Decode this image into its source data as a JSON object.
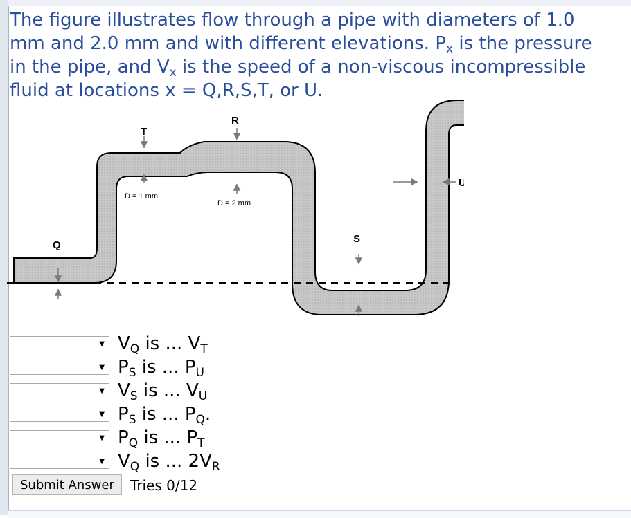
{
  "question": {
    "line1": "The figure illustrates flow through a pipe with diameters of 1.0",
    "line2_pre": "mm and 2.0 mm and with different elevations. P",
    "line2_sub": "x",
    "line2_post": " is the pressure",
    "line3_pre": "in the pipe, and V",
    "line3_sub": "x",
    "line3_post": " is the speed of a non-viscous incompressible",
    "line4": "fluid at locations x = Q,R,S,T, or U."
  },
  "figure": {
    "labels": {
      "T": "T",
      "R": "R",
      "Q": "Q",
      "S": "S",
      "U": "U",
      "d_small": "D = 1 mm",
      "d_large": "D = 2 mm"
    }
  },
  "rows": [
    {
      "a": "V",
      "as": "Q",
      "mid": " is ... ",
      "b": "V",
      "bs": "T",
      "tail": ""
    },
    {
      "a": "P",
      "as": "S",
      "mid": " is ... ",
      "b": "P",
      "bs": "U",
      "tail": ""
    },
    {
      "a": "V",
      "as": "S",
      "mid": " is ... ",
      "b": "V",
      "bs": "U",
      "tail": ""
    },
    {
      "a": "P",
      "as": "S",
      "mid": " is ... ",
      "b": "P",
      "bs": "Q",
      "tail": "."
    },
    {
      "a": "P",
      "as": "Q",
      "mid": " is ... ",
      "b": "P",
      "bs": "T",
      "tail": ""
    },
    {
      "a": "V",
      "as": "Q",
      "mid": " is ... ",
      "b": "2V",
      "bs": "R",
      "tail": ""
    }
  ],
  "submit_label": "Submit Answer",
  "tries_text": "Tries 0/12"
}
